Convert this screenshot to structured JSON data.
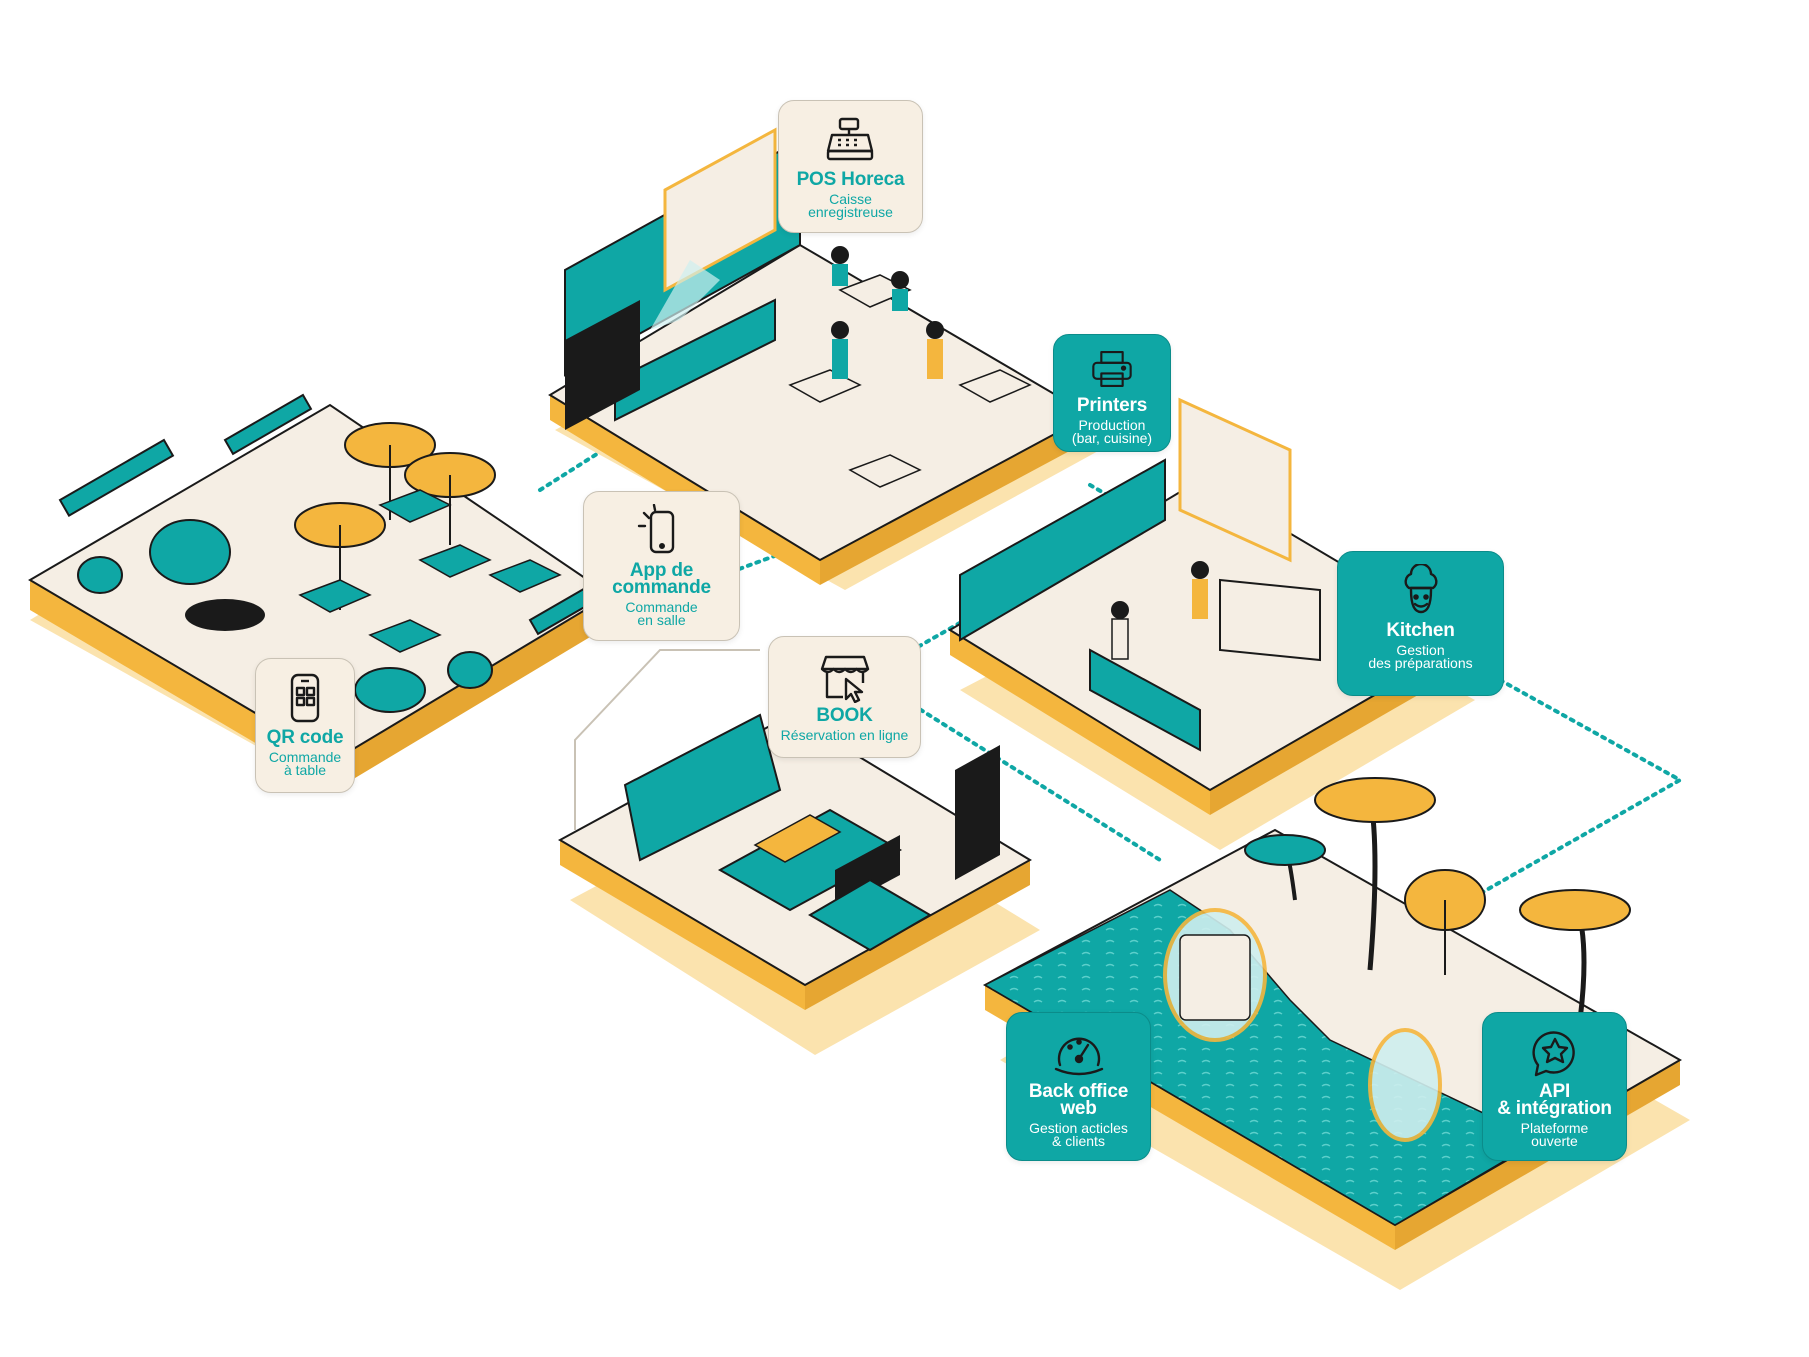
{
  "colors": {
    "teal": "#0FA7A5",
    "teal_dark": "#0B8C8A",
    "gold": "#F4B63E",
    "sand": "#FBE3AE",
    "cream": "#F7EFE3",
    "ink": "#1A1A1A"
  },
  "cards": {
    "pos": {
      "title": "POS Horeca",
      "subtitle": "Caisse\nenregistreuse",
      "icon": "cash-register-icon"
    },
    "printers": {
      "title": "Printers",
      "subtitle": "Production\n(bar, cuisine)",
      "icon": "printer-icon"
    },
    "app": {
      "title": "App de\ncommande",
      "subtitle": "Commande\nen salle",
      "icon": "smartphone-tap-icon"
    },
    "qr": {
      "title": "QR code",
      "subtitle": "Commande\nà table",
      "icon": "qr-code-phone-icon"
    },
    "book": {
      "title": "BOOK",
      "subtitle": "Réservation en ligne",
      "icon": "storefront-click-icon"
    },
    "kitchen": {
      "title": "Kitchen",
      "subtitle": "Gestion\ndes préparations",
      "icon": "chef-icon"
    },
    "backoffice": {
      "title": "Back office\nweb",
      "subtitle": "Gestion acticles\n& clients",
      "icon": "dashboard-gauge-icon"
    },
    "api": {
      "title": "API\n& intégration",
      "subtitle": "Plateforme\nouverte",
      "icon": "star-chat-icon"
    }
  }
}
